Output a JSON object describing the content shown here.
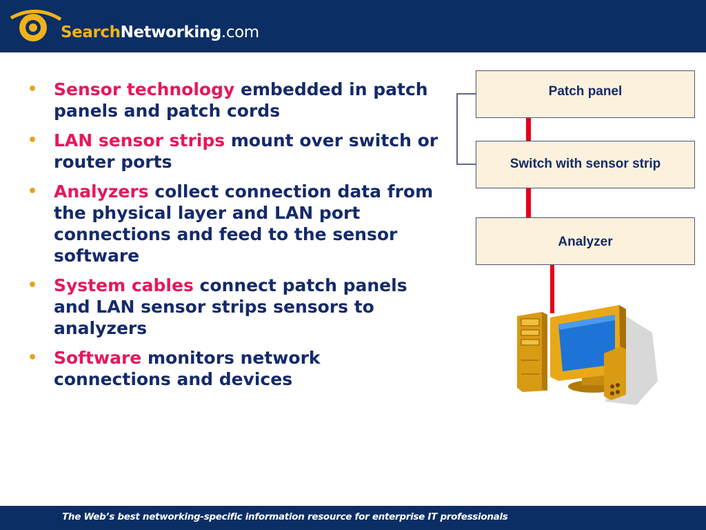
{
  "header": {
    "brand_search": "Search",
    "brand_networking": "Networking",
    "brand_domain": ".com"
  },
  "bullets": [
    {
      "key": "Sensor technology",
      "text": " embedded in patch panels and patch cords"
    },
    {
      "key": "LAN sensor strips",
      "text": " mount over switch or router ports"
    },
    {
      "key": "Analyzers",
      "text": " collect connection data from the physical layer and LAN port connections and feed to the sensor software"
    },
    {
      "key": "System cables",
      "text": " connect patch panels and LAN sensor strips sensors to analyzers"
    },
    {
      "key": "Software",
      "text": " monitors network connections and devices"
    }
  ],
  "bullet_symbol": "•",
  "diagram": {
    "boxes": {
      "patch_panel": "Patch panel",
      "switch": "Switch with sensor strip",
      "analyzer": "Analyzer"
    },
    "icons": [
      "computer-icon",
      "eye-logo-icon"
    ]
  },
  "colors": {
    "navy": "#0b2e64",
    "accent_pink": "#e6185a",
    "body_text": "#142a6a",
    "connector_red": "#e4001a",
    "box_fill": "#fcf1dc",
    "logo_gold": "#f2b21c"
  },
  "footer": {
    "tagline": "The Web’s best networking-specific information resource for enterprise IT professionals"
  }
}
